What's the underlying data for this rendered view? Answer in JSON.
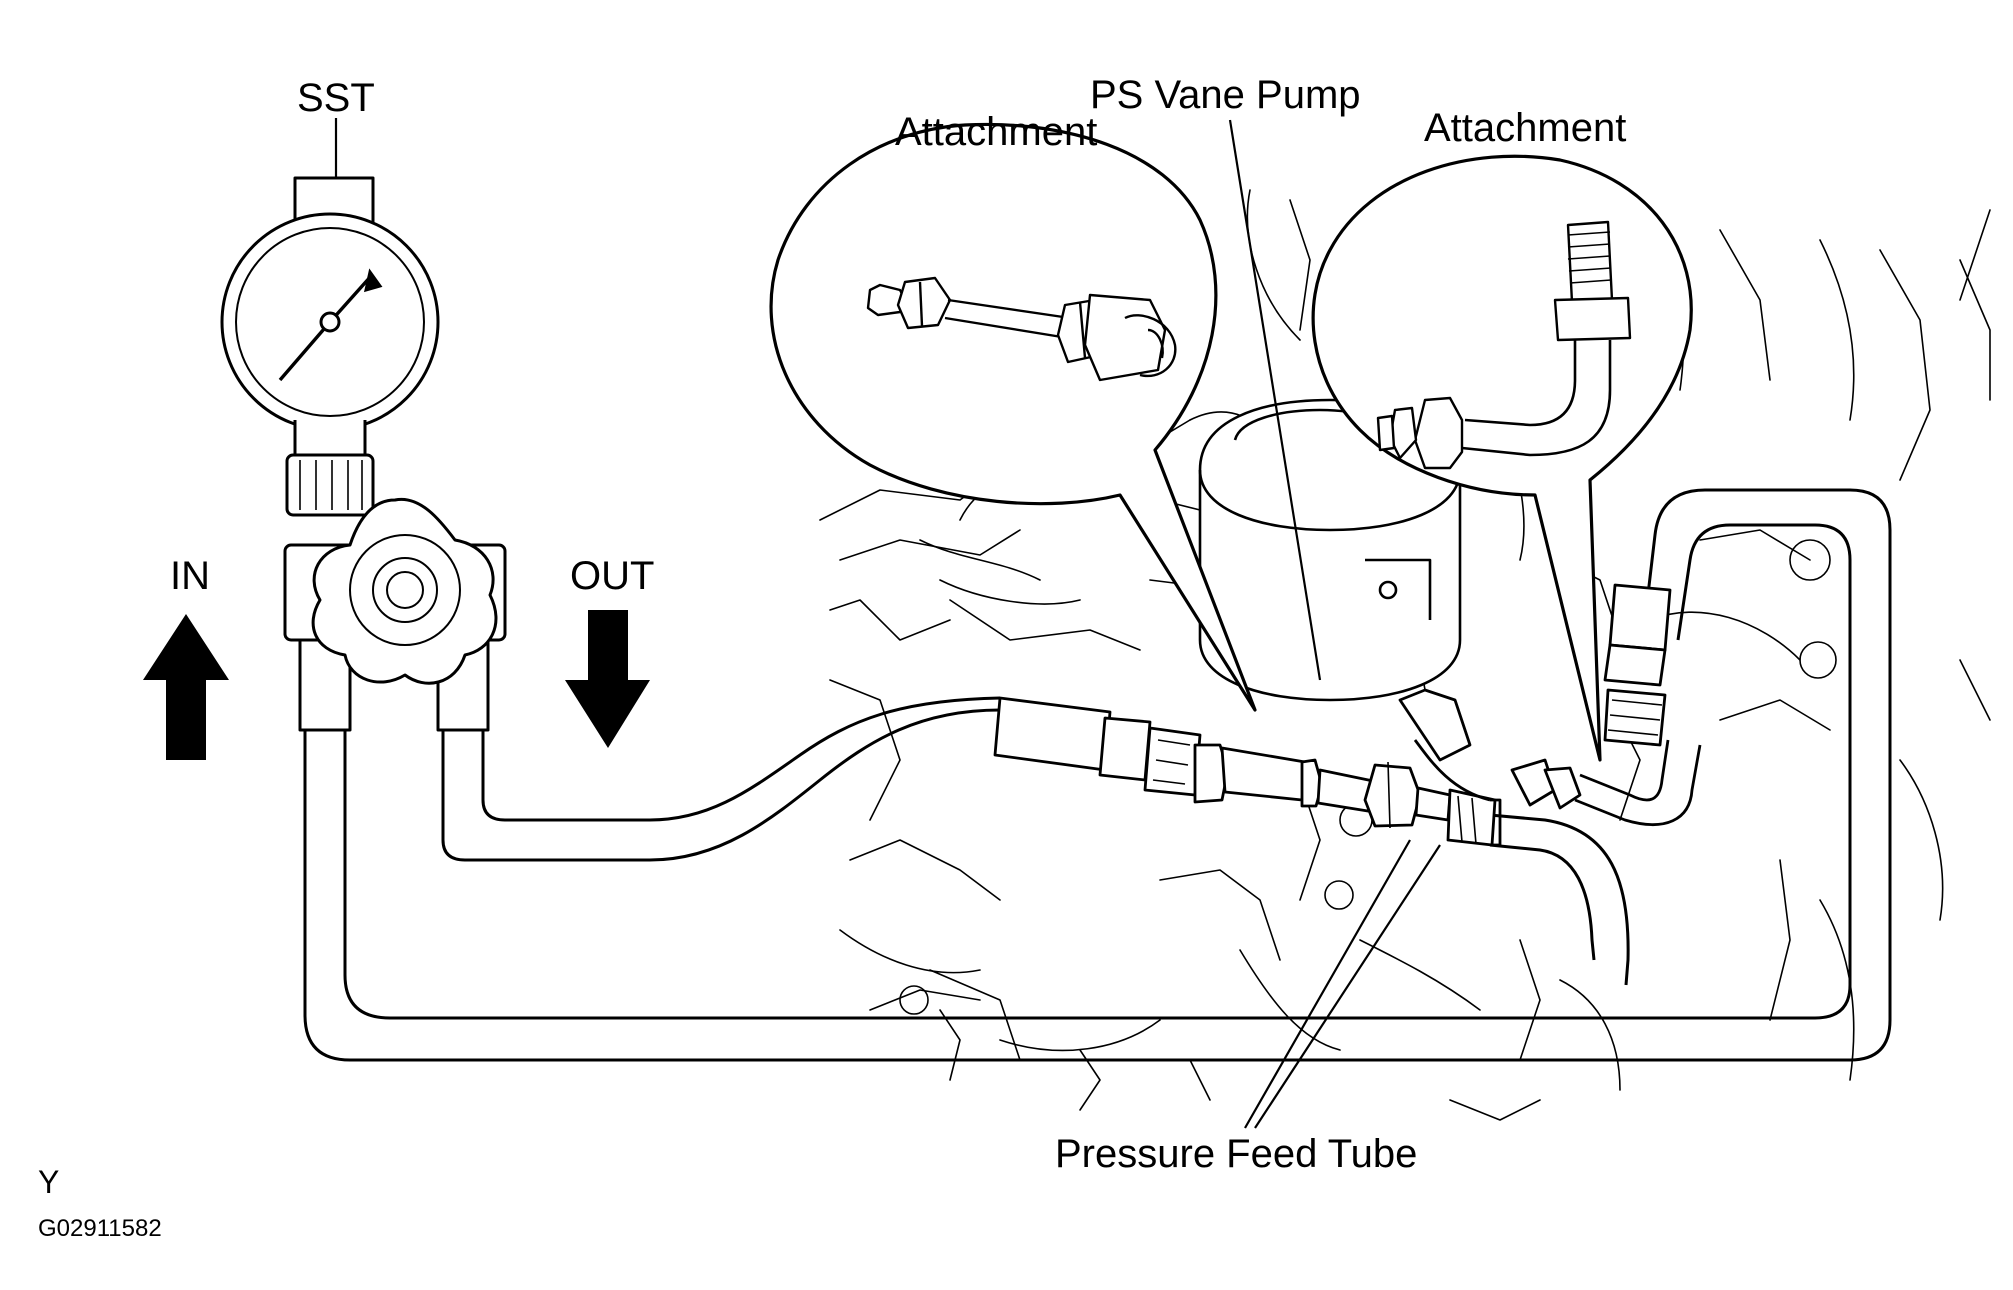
{
  "labels": {
    "sst": "SST",
    "ps_vane_pump": "PS Vane Pump",
    "attachment_left": "Attachment",
    "attachment_right": "Attachment",
    "in": "IN",
    "out": "OUT",
    "pressure_feed_tube": "Pressure Feed Tube"
  },
  "figure": {
    "region": "Y",
    "code": "G02911582"
  },
  "colors": {
    "line": "#000000",
    "background": "#ffffff"
  }
}
